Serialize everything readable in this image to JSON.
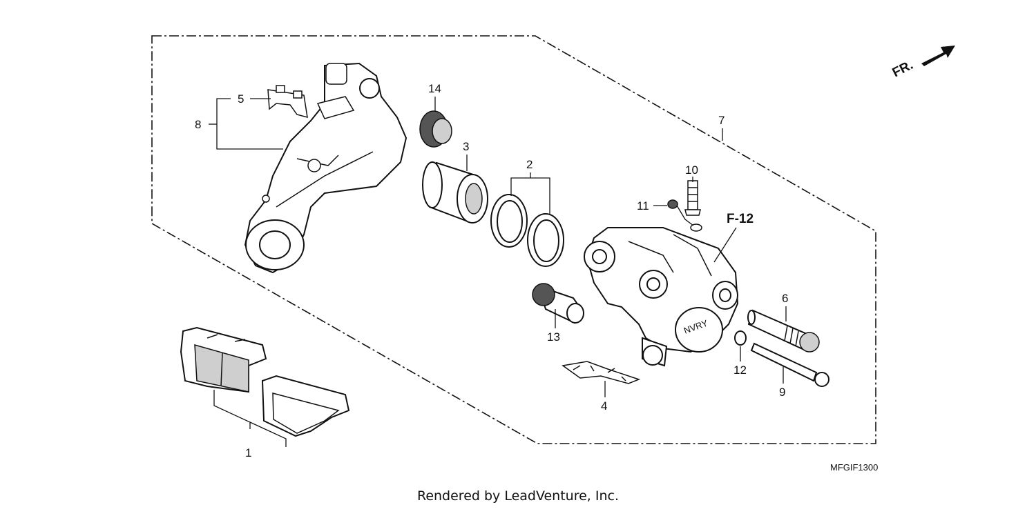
{
  "callouts": {
    "c1": "1",
    "c2": "2",
    "c3": "3",
    "c4": "4",
    "c5": "5",
    "c6": "6",
    "c7": "7",
    "c8": "8",
    "c9": "9",
    "c10": "10",
    "c11": "11",
    "c12": "12",
    "c13": "13",
    "c14": "14"
  },
  "reference": "F-12",
  "front_marker": "FR.",
  "diagram_code": "MFGIF1300",
  "credit": "Rendered by LeadVenture, Inc."
}
